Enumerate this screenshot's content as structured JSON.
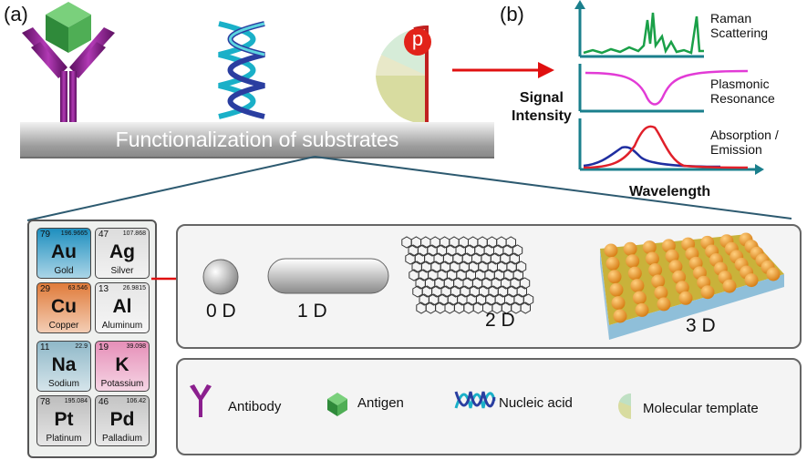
{
  "panels": {
    "a": "(a)",
    "b": "(b)"
  },
  "banner": {
    "text": "Functionalization of substrates"
  },
  "phosphate_symbol": "p",
  "spectra": {
    "ylabel_line1": "Signal",
    "ylabel_line2": "Intensity",
    "xlabel": "Wavelength",
    "raman": {
      "line1": "Raman",
      "line2": "Scattering"
    },
    "plasmonic": {
      "line1": "Plasmonic",
      "line2": "Resonance"
    },
    "absorption": {
      "line1": "Absorption /",
      "line2": "Emission"
    }
  },
  "elements": [
    {
      "number": "79",
      "mass": "196.9665",
      "symbol": "Au",
      "name": "Gold",
      "color": "#1e8fbf"
    },
    {
      "number": "47",
      "mass": "107.868",
      "symbol": "Ag",
      "name": "Silver",
      "color": "#dcdcdc"
    },
    {
      "number": "29",
      "mass": "63.546",
      "symbol": "Cu",
      "name": "Copper",
      "color": "#e07b3a"
    },
    {
      "number": "13",
      "mass": "26.9815",
      "symbol": "Al",
      "name": "Aluminum",
      "color": "#e6e6e6"
    },
    {
      "number": "11",
      "mass": "22.9",
      "symbol": "Na",
      "name": "Sodium",
      "color": "#8fb8c8"
    },
    {
      "number": "19",
      "mass": "39.098",
      "symbol": "K",
      "name": "Potassium",
      "color": "#e68fb8"
    },
    {
      "number": "78",
      "mass": "195.084",
      "symbol": "Pt",
      "name": "Platinum",
      "color": "#bdbdbd"
    },
    {
      "number": "46",
      "mass": "106.42",
      "symbol": "Pd",
      "name": "Palladium",
      "color": "#c4c4c4"
    }
  ],
  "dimensions": {
    "d0": "0 D",
    "d1": "1 D",
    "d2": "2 D",
    "d3": "3 D"
  },
  "legend": {
    "antibody": "Antibody",
    "antigen": "Antigen",
    "nucleic_acid": "Nucleic acid",
    "molecular_template": "Molecular template"
  },
  "colors": {
    "antibody": "#8b1f8e",
    "antigen": "#3aa046",
    "raman": "#1aa048",
    "plasmonic": "#e23bd6",
    "absorption": "#e0202a",
    "emission": "#1f2ea0",
    "axis": "#1a7f8c",
    "arrow": "#e01010",
    "sphere_3d": "#f0a030"
  }
}
